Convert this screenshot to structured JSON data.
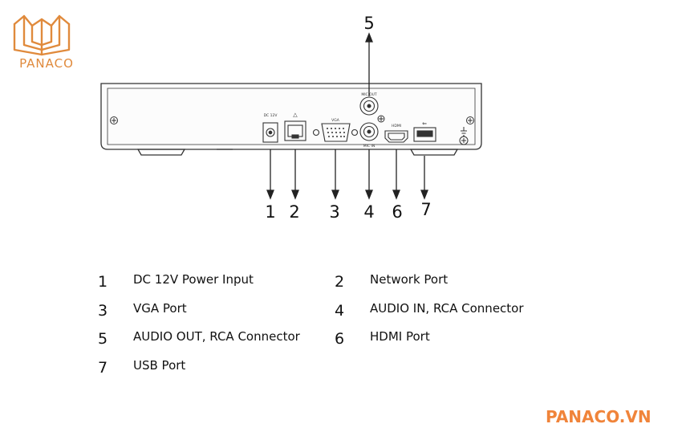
{
  "brand": {
    "logo_text": "PANACO",
    "footer_text": "PANACO.VN",
    "accent_color": "#e08a3c",
    "footer_color": "#f0843a"
  },
  "device_labels": {
    "dc": "DC 12V",
    "mic_out": "MIC OUT",
    "mic_in": "MIC IN",
    "vga": "VGA",
    "hdmi": "HDMI"
  },
  "callouts": [
    "5",
    "1",
    "2",
    "3",
    "4",
    "6",
    "7"
  ],
  "legend": [
    {
      "num": "1",
      "label": "DC 12V Power Input"
    },
    {
      "num": "2",
      "label": "Network Port"
    },
    {
      "num": "3",
      "label": "VGA Port"
    },
    {
      "num": "4",
      "label": "AUDIO IN, RCA Connector"
    },
    {
      "num": "5",
      "label": "AUDIO OUT, RCA Connector"
    },
    {
      "num": "6",
      "label": "HDMI Port"
    },
    {
      "num": "7",
      "label": "USB Port"
    }
  ]
}
